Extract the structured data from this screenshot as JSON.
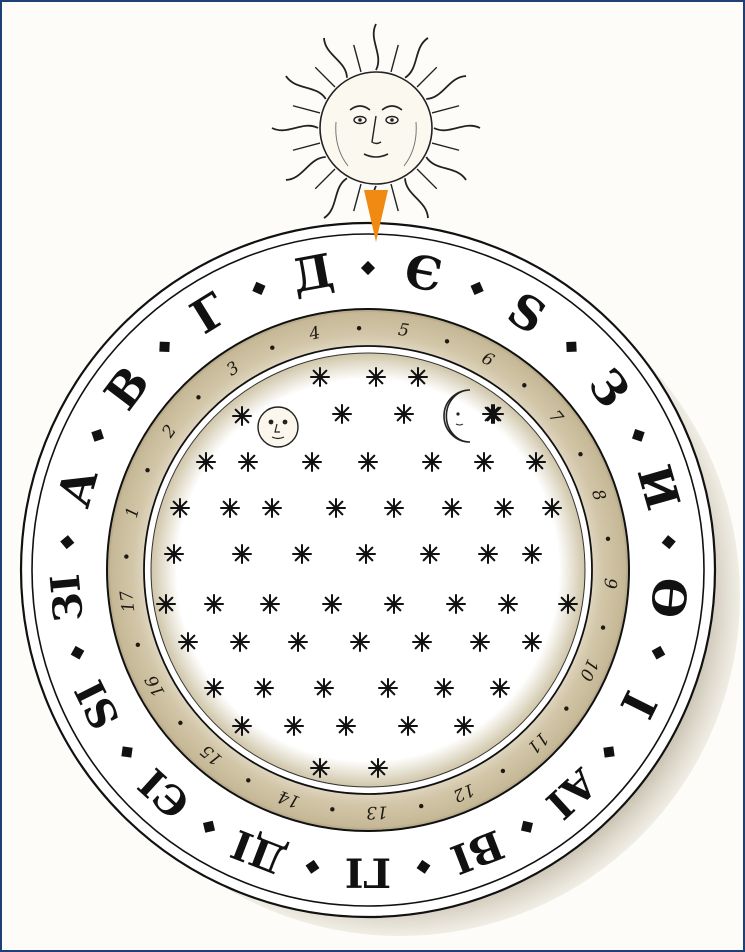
{
  "outer_ring": {
    "letters": [
      "Д",
      "Є",
      "Ѕ",
      "З",
      "И",
      "Ѳ",
      "І",
      "АІ",
      "ВІ",
      "ГІ",
      "ДІ",
      "ЄІ",
      "ЅІ",
      "ЗІ",
      "А",
      "В",
      "Г"
    ]
  },
  "inner_ring": {
    "numbers": [
      "4",
      "5",
      "6",
      "7",
      "8",
      "9",
      "10",
      "11",
      "12",
      "13",
      "14",
      "15",
      "16",
      "17",
      "1",
      "2",
      "3"
    ]
  },
  "icons": {
    "sun": "sun-face-icon",
    "pointer": "pointer-arrow-icon",
    "moon_full": "full-moon-face-icon",
    "moon_crescent": "crescent-moon-face-icon",
    "star": "star-icon",
    "separator": "diamond-separator-icon"
  },
  "colors": {
    "pointer": "#f08a12",
    "frame": "#1f3f78",
    "sepia": "#a89a78",
    "ink": "#111111"
  }
}
